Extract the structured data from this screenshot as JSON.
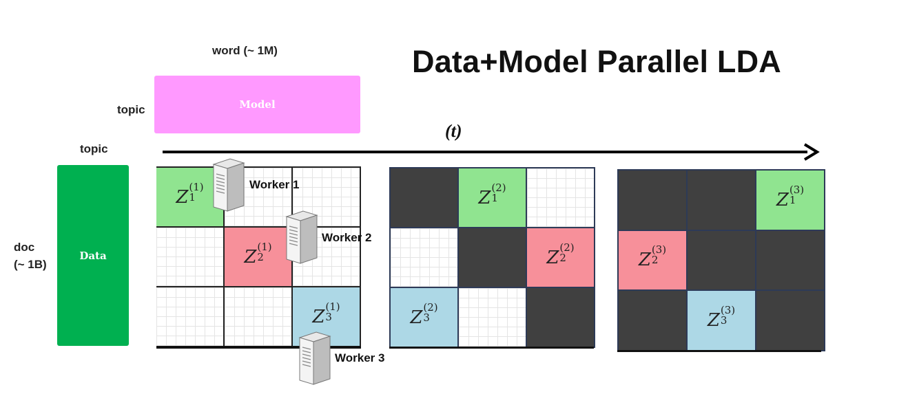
{
  "title": "Data+Model Parallel LDA",
  "labels": {
    "word": "word (~ 1M)",
    "topic_model": "topic",
    "topic_data": "topic",
    "doc": "doc",
    "doc_count": "(~ 1B)",
    "time": "(t)"
  },
  "boxes": {
    "model": "Model",
    "data": "Data"
  },
  "colors": {
    "model": "#ff99ff",
    "data": "#00b050",
    "green_block": "#90e490",
    "red_block": "#f7909a",
    "blue_block": "#add8e6",
    "dark_block": "#404040"
  },
  "workers": [
    "Worker 1",
    "Worker 2",
    "Worker 3"
  ],
  "grids": [
    {
      "step": "1",
      "cells": [
        [
          "green:1",
          "white",
          "white"
        ],
        [
          "white",
          "red:2",
          "white"
        ],
        [
          "white",
          "white",
          "blue:3"
        ]
      ]
    },
    {
      "step": "2",
      "cells": [
        [
          "dark",
          "green:1",
          "white"
        ],
        [
          "white",
          "dark",
          "red:2"
        ],
        [
          "blue:3",
          "white",
          "dark"
        ]
      ]
    },
    {
      "step": "3",
      "cells": [
        [
          "dark",
          "dark",
          "green:1"
        ],
        [
          "red:2",
          "dark",
          "dark"
        ],
        [
          "dark",
          "blue:3",
          "dark"
        ]
      ]
    }
  ],
  "icons": {
    "server": "server-icon",
    "arrow": "time-arrow"
  }
}
